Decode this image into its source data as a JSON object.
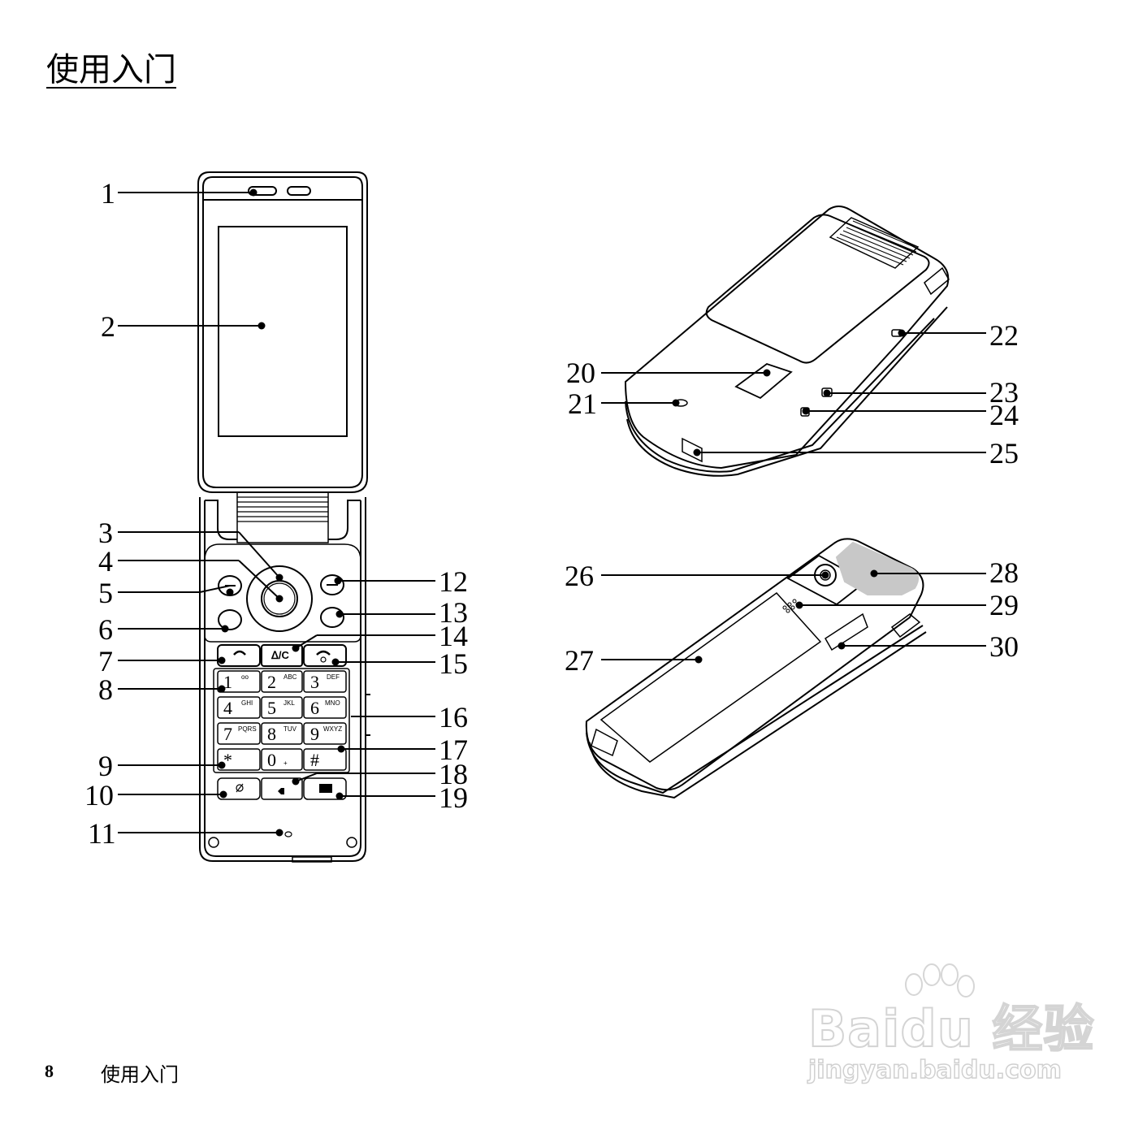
{
  "page": {
    "title": "使用入门",
    "footer_page_number": "8",
    "footer_text": "使用入门"
  },
  "callouts": [
    "1",
    "2",
    "3",
    "4",
    "5",
    "6",
    "7",
    "8",
    "9",
    "10",
    "11",
    "12",
    "13",
    "14",
    "15",
    "16",
    "17",
    "18",
    "19",
    "20",
    "21",
    "22",
    "23",
    "24",
    "25",
    "26",
    "27",
    "28",
    "29",
    "30"
  ],
  "keypad": {
    "keys": [
      {
        "digit": "1",
        "sub": "oo"
      },
      {
        "digit": "2",
        "sub": "ABC"
      },
      {
        "digit": "3",
        "sub": "DEF"
      },
      {
        "digit": "4",
        "sub": "GHI"
      },
      {
        "digit": "5",
        "sub": "JKL"
      },
      {
        "digit": "6",
        "sub": "MNO"
      },
      {
        "digit": "7",
        "sub": "PQRS"
      },
      {
        "digit": "8",
        "sub": "TUV"
      },
      {
        "digit": "9",
        "sub": "WXYZ"
      },
      {
        "digit": "*",
        "sub": ""
      },
      {
        "digit": "0",
        "sub": "+"
      },
      {
        "digit": "#",
        "sub": ""
      }
    ],
    "clear_label": "ᐃ/C"
  },
  "watermark": {
    "main": "Baidu 经验",
    "sub": "jingyan.baidu.com"
  }
}
